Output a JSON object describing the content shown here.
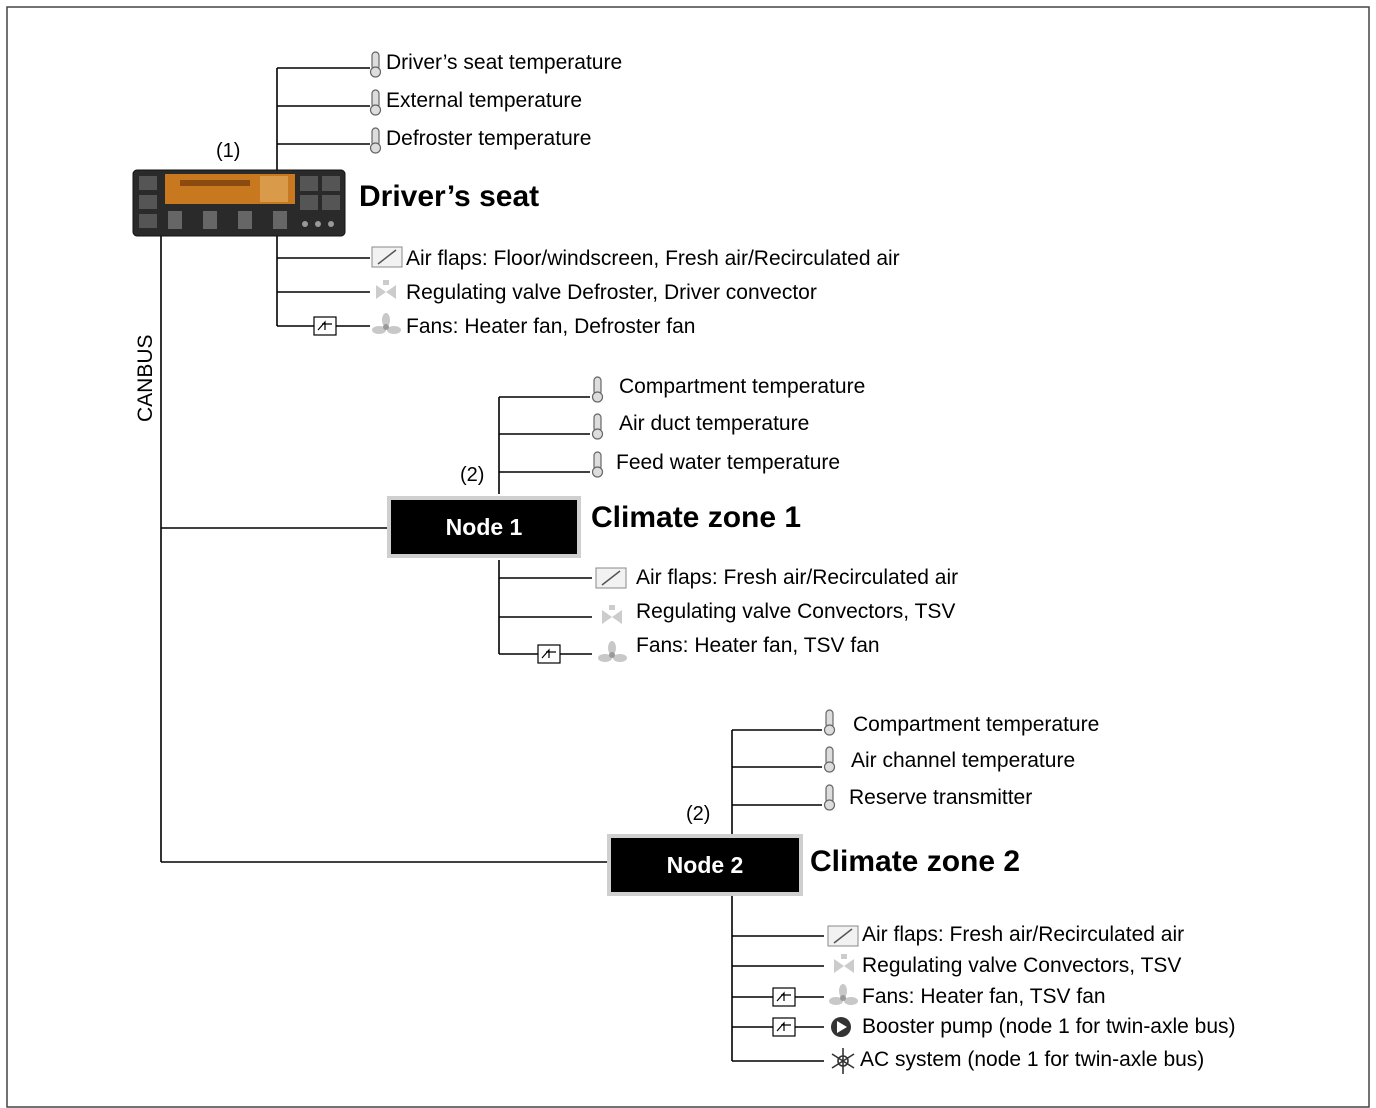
{
  "driver": {
    "marker": "(1)",
    "heading": "Driver’s seat",
    "sensors": [
      "Driver’s seat temperature",
      "External temperature",
      "Defroster temperature"
    ],
    "actuators": [
      "Air flaps: Floor/windscreen, Fresh air/Recirculated air",
      "Regulating valve Defroster, Driver convector",
      "Fans: Heater fan, Defroster fan"
    ]
  },
  "bus_label": "CANBUS",
  "zone1": {
    "marker": "(2)",
    "node": "Node 1",
    "heading": "Climate zone 1",
    "sensors": [
      "Compartment temperature",
      "Air duct temperature",
      "Feed water temperature"
    ],
    "actuators": [
      "Air flaps: Fresh air/Recirculated air",
      "Regulating valve Convectors, TSV",
      "Fans: Heater fan, TSV fan"
    ]
  },
  "zone2": {
    "marker": "(2)",
    "node": "Node 2",
    "heading": "Climate zone 2",
    "sensors": [
      "Compartment temperature",
      "Air channel temperature",
      "Reserve transmitter"
    ],
    "actuators": [
      "Air flaps: Fresh air/Recirculated air",
      "Regulating valve Convectors, TSV",
      "Fans: Heater fan, TSV fan",
      "Booster pump (node 1 for twin-axle bus)",
      "AC system (node 1 for twin-axle bus)"
    ]
  },
  "icons": {
    "sensor": "thermometer-icon",
    "flap": "air-flap-icon",
    "valve": "valve-icon",
    "fan": "fan-icon",
    "relay": "relay-icon",
    "pump": "pump-icon",
    "ac": "snowflake-icon",
    "panel": "control-panel-icon"
  }
}
